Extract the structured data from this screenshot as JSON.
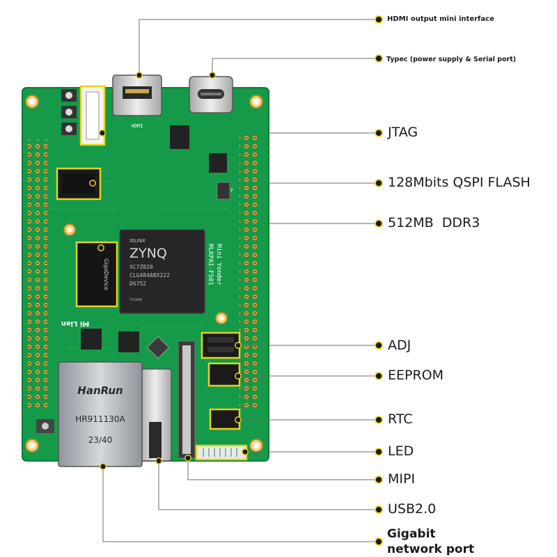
{
  "board": {
    "hdmi_tag": "HDMI",
    "chip_brand": "XILINX",
    "chip_name": "ZYNQ",
    "chip_model": "XC7Z020",
    "chip_code": "CLG484ABX222",
    "chip_lot": "D6752",
    "chip_origin": "TAIWAN",
    "board_name": "Mini Yonder",
    "board_model": "MLKPAI-FS01",
    "brand_mark": "Mi Lian",
    "flash_brand": "GigaDevice",
    "eth_brand": "HanRun",
    "eth_model": "HR911130A",
    "eth_code": "23/40",
    "inductor_mark": "R47"
  },
  "callouts": {
    "hdmi": "HDMI output mini interface",
    "typec": "Typec (power supply & Serial port)",
    "jtag": "JTAG",
    "qspi": "128Mbits QSPI FLASH",
    "ddr": "512MB  DDR3",
    "adj": "ADJ",
    "eeprom": "EEPROM",
    "rtc": "RTC",
    "led": "LED",
    "mipi": "MIPI",
    "usb": "USB2.0",
    "gigabit_1": "Gigabit",
    "gigabit_2": "network port"
  },
  "colors": {
    "pcb": "#159a4a",
    "pcb_dark": "#0d7a36",
    "highlight": "#e8d21a",
    "leader": "#666666",
    "dot": "#1a1a1a"
  }
}
